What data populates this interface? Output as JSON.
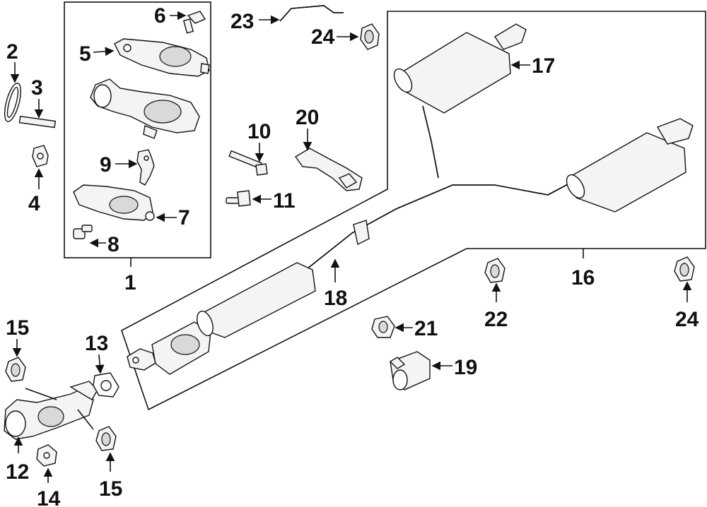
{
  "diagram": {
    "callouts": {
      "c1": "1",
      "c2": "2",
      "c3": "3",
      "c4": "4",
      "c5": "5",
      "c6": "6",
      "c7": "7",
      "c8": "8",
      "c9": "9",
      "c10": "10",
      "c11": "11",
      "c12": "12",
      "c13": "13",
      "c14": "14",
      "c15a": "15",
      "c15b": "15",
      "c16": "16",
      "c17": "17",
      "c18": "18",
      "c19": "19",
      "c20": "20",
      "c21": "21",
      "c22": "22",
      "c23": "23",
      "c24a": "24",
      "c24b": "24"
    }
  }
}
